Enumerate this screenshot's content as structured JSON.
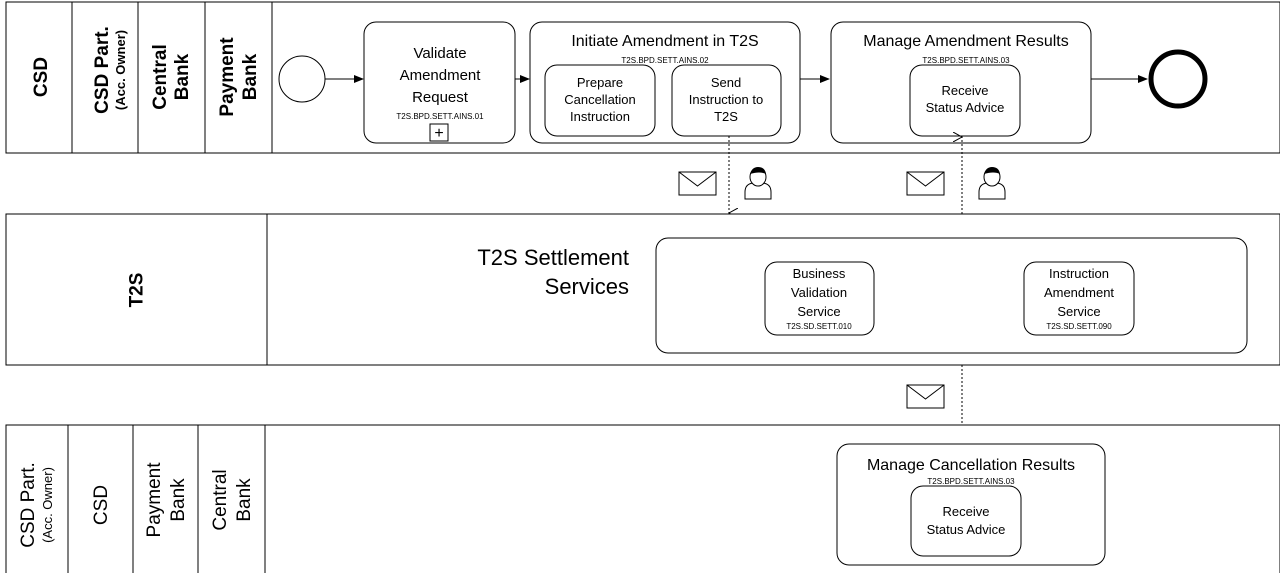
{
  "pool_top": {
    "lanes": [
      "CSD",
      "CSD Part.",
      "(Acc. Owner)",
      "Central",
      "Bank",
      "Payment",
      "Bank"
    ]
  },
  "validate_task": {
    "lines": [
      "Validate",
      "Amendment",
      "Request"
    ],
    "code": "T2S.BPD.SETT.AINS.01",
    "marker": "+"
  },
  "initiate_subprocess": {
    "title": "Initiate Amendment in T2S",
    "code": "T2S.BPD.SETT.AINS.02",
    "prepare_lines": [
      "Prepare",
      "Cancellation",
      "Instruction"
    ],
    "send_lines": [
      "Send",
      "Instruction to",
      "T2S"
    ]
  },
  "manage_amendment": {
    "title": "Manage Amendment Results",
    "code": "T2S.BPD.SETT.AINS.03",
    "receive_lines": [
      "Receive",
      "Status Advice"
    ]
  },
  "pool_t2s": {
    "lane": "T2S",
    "title_lines": [
      "T2S Settlement",
      "Services"
    ],
    "bvs_lines": [
      "Business",
      "Validation",
      "Service"
    ],
    "bvs_code": "T2S.SD.SETT.010",
    "ias_lines": [
      "Instruction",
      "Amendment",
      "Service"
    ],
    "ias_code": "T2S.SD.SETT.090"
  },
  "pool_bottom": {
    "lanes": [
      "CSD Part.",
      "(Acc. Owner)",
      "CSD",
      "Payment",
      "Bank",
      "Central",
      "Bank"
    ]
  },
  "manage_cancellation": {
    "title": "Manage Cancellation Results",
    "code": "T2S.BPD.SETT.AINS.03",
    "receive_lines": [
      "Receive",
      "Status Advice"
    ]
  },
  "icons": [
    "envelope-icon",
    "user-icon",
    "start-event-icon",
    "end-event-icon"
  ]
}
